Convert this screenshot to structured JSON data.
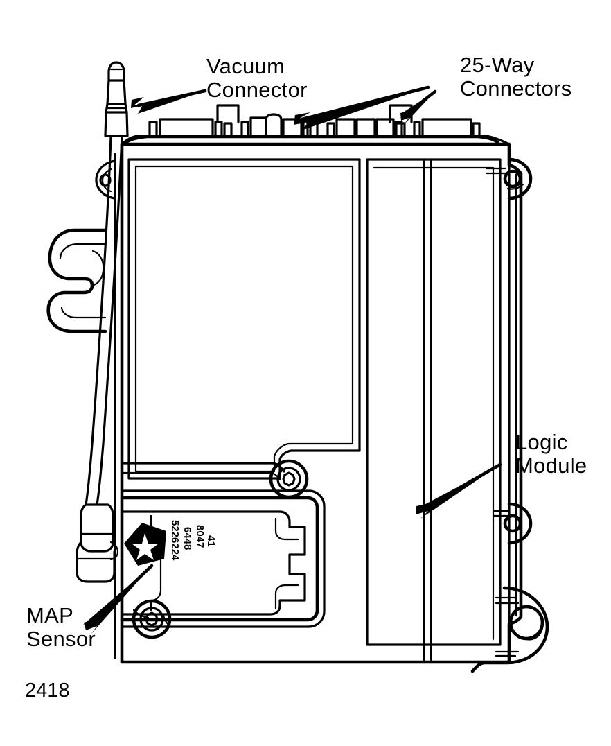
{
  "figure": {
    "title": "Logic Module assembly line drawing",
    "figure_number": "2418",
    "background_color": "#ffffff",
    "line_color": "#000000"
  },
  "labels": {
    "vacuum_connector": {
      "line1": "Vacuum",
      "line2": "Connector"
    },
    "connectors_25way": {
      "line1": "25-Way",
      "line2": "Connectors"
    },
    "logic_module": {
      "line1": "Logic",
      "line2": "Module"
    },
    "map_sensor": {
      "line1": "MAP",
      "line2": "Sensor"
    }
  },
  "part_markings": {
    "part_number": "5226224",
    "code_1": "6448",
    "code_2": "8047",
    "code_3": "41",
    "logo": "pentastar-logo"
  },
  "callouts": [
    {
      "name": "vacuum-connector-arrow",
      "points_to": "vacuum nipple at top left"
    },
    {
      "name": "connector-arrow-left",
      "points_to": "left 25-way connector"
    },
    {
      "name": "connector-arrow-right",
      "points_to": "right 25-way connector"
    },
    {
      "name": "logic-module-arrow",
      "points_to": "logic module housing"
    },
    {
      "name": "map-sensor-arrow",
      "points_to": "MAP sensor pentastar area"
    }
  ],
  "components": [
    {
      "name": "vacuum-nipple",
      "description": "Vacuum connector nipple with hose"
    },
    {
      "name": "vacuum-hose",
      "description": "Vacuum hose routed down left side"
    },
    {
      "name": "connector-block-row",
      "description": "Row of 25-way connector terminals across top"
    },
    {
      "name": "logic-module-housing",
      "description": "Main logic module case"
    },
    {
      "name": "map-sensor-plate",
      "description": "MAP sensor cover plate lower left"
    },
    {
      "name": "mounting-clip",
      "description": "C-shaped mounting clip on left edge"
    },
    {
      "name": "mounting-ear-top-right",
      "description": "Upper right mounting ear with hole"
    },
    {
      "name": "mounting-ear-mid-right",
      "description": "Middle right mounting ear with hole"
    },
    {
      "name": "mounting-boss-bottom-right",
      "description": "Large lower right mounting boss"
    },
    {
      "name": "mounting-ear-top-left",
      "description": "Upper left mounting ear"
    },
    {
      "name": "torx-screw-upper",
      "description": "Torx screw securing MAP sensor plate upper right"
    },
    {
      "name": "torx-screw-lower",
      "description": "Torx screw securing MAP sensor plate lower left"
    }
  ]
}
